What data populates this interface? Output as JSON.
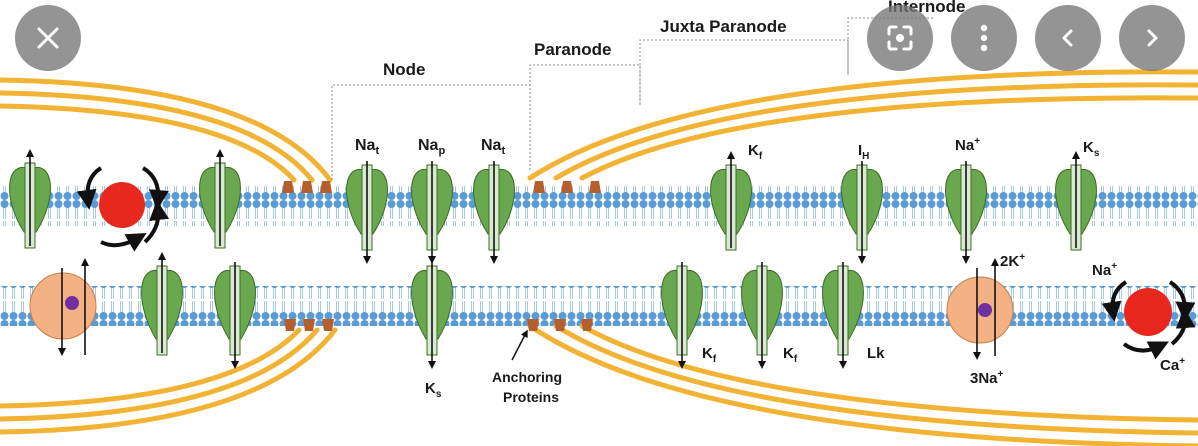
{
  "diagram": {
    "regions": {
      "node": "Node",
      "paranode": "Paranode",
      "juxta_paranode": "Juxta Paranode",
      "internode": "Internode"
    },
    "upper_channels": [
      {
        "base": "Na",
        "sub": "t"
      },
      {
        "base": "Na",
        "sub": "p"
      },
      {
        "base": "Na",
        "sub": "t"
      },
      {
        "base": "K",
        "sub": "f"
      },
      {
        "base": "I",
        "sub": "H"
      },
      {
        "base": "Na",
        "sup": "+"
      },
      {
        "base": "K",
        "sub": "s"
      }
    ],
    "lower_channels": [
      {
        "base": "K",
        "sub": "s"
      },
      {
        "base": "K",
        "sub": "f"
      },
      {
        "base": "K",
        "sub": "f"
      },
      {
        "base": "Lk"
      }
    ],
    "pump": {
      "k_label": "2K",
      "k_sup": "+",
      "na_label": "3Na",
      "na_sup": "+"
    },
    "exchanger": {
      "na_label": "Na",
      "na_sup": "+",
      "ca_label": "Ca",
      "ca_sup": "+"
    },
    "anchoring": {
      "line1": "Anchoring",
      "line2": "Proteins"
    },
    "colors": {
      "myelin": "#f2b233",
      "membrane": "#5b9bd5",
      "channel": "#6aa84f",
      "channel_outline": "#3e6b24",
      "anchor": "#b5602c",
      "pump_body": "#f4b183",
      "red_transporter": "#e8281e"
    }
  },
  "toolbar": {
    "close_icon": "close-icon",
    "lens_icon": "lens-search-icon",
    "more_icon": "more-vert-icon",
    "prev_icon": "chevron-left-icon",
    "next_icon": "chevron-right-icon"
  }
}
